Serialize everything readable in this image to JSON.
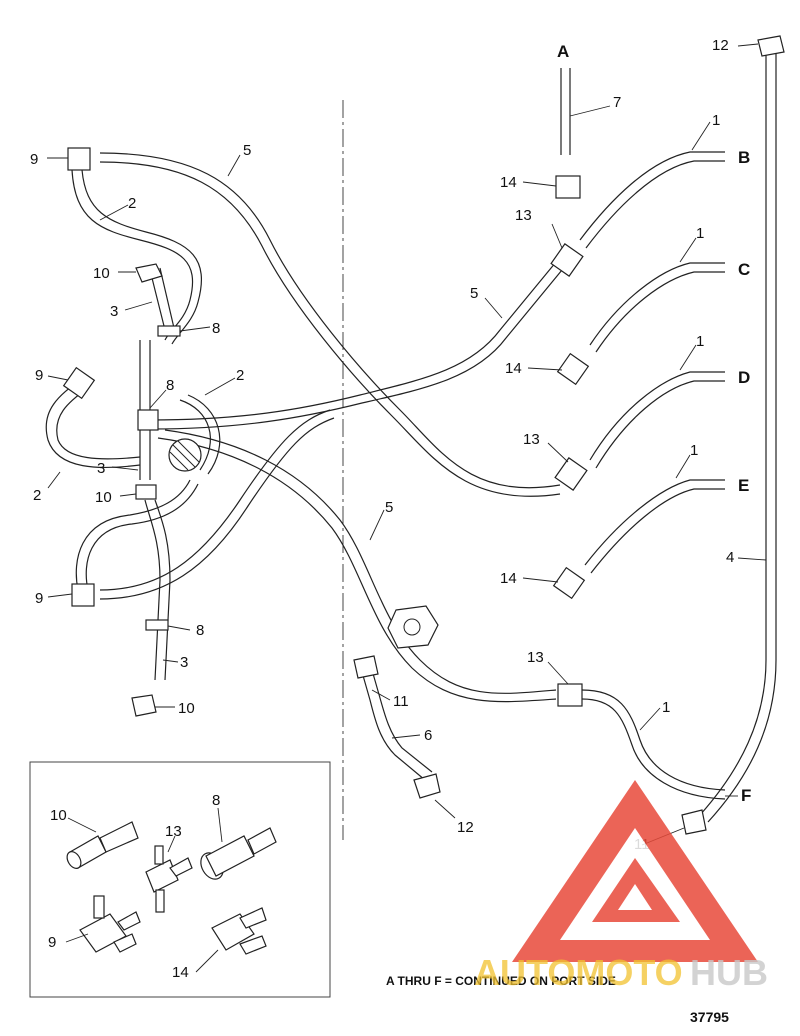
{
  "diagram": {
    "figure_number": "37795",
    "note": "A THRU F = CONTINUED ON PORT SIDE",
    "letters": {
      "a": "A",
      "b": "B",
      "c": "C",
      "d": "D",
      "e": "E",
      "f": "F"
    },
    "callouts": {
      "c1a": "1",
      "c1b": "1",
      "c1c": "1",
      "c1d": "1",
      "c1e": "1",
      "c2a": "2",
      "c2b": "2",
      "c2c": "2",
      "c3a": "3",
      "c3b": "3",
      "c3c": "3",
      "c4": "4",
      "c5a": "5",
      "c5b": "5",
      "c5c": "5",
      "c6": "6",
      "c7": "7",
      "c8a": "8",
      "c8b": "8",
      "c8c": "8",
      "c8d": "8",
      "c9a": "9",
      "c9b": "9",
      "c9c": "9",
      "c9d": "9",
      "c10a": "10",
      "c10b": "10",
      "c10c": "10",
      "c10d": "10",
      "c11a": "11",
      "c11b": "11",
      "c12a": "12",
      "c12b": "12",
      "c13a": "13",
      "c13b": "13",
      "c13c": "13",
      "c13d": "13",
      "c14a": "14",
      "c14b": "14",
      "c14c": "14",
      "c14d": "14"
    }
  },
  "watermark": {
    "text_a": "AUTOMOTO",
    "text_b": "HUB",
    "color_red": "#e84a3a",
    "color_gold": "#f2c230"
  }
}
